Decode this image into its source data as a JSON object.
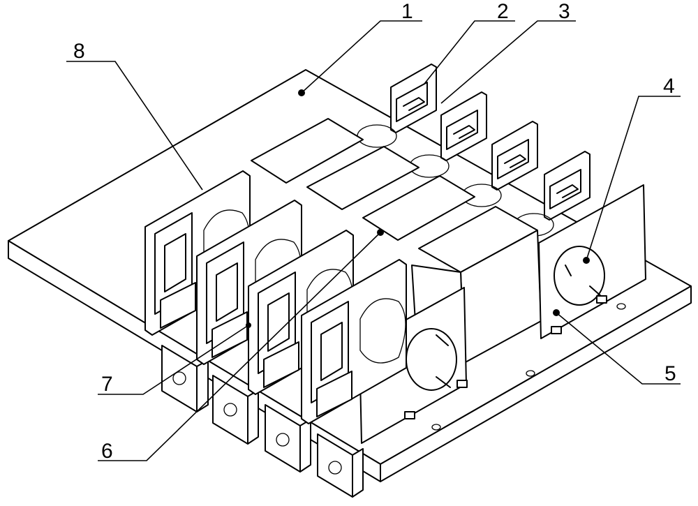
{
  "figure": {
    "labels": [
      {
        "id": "callout-1",
        "text": "1"
      },
      {
        "id": "callout-2",
        "text": "2"
      },
      {
        "id": "callout-3",
        "text": "3"
      },
      {
        "id": "callout-4",
        "text": "4"
      },
      {
        "id": "callout-5",
        "text": "5"
      },
      {
        "id": "callout-6",
        "text": "6"
      },
      {
        "id": "callout-7",
        "text": "7"
      },
      {
        "id": "callout-8",
        "text": "8"
      }
    ]
  }
}
